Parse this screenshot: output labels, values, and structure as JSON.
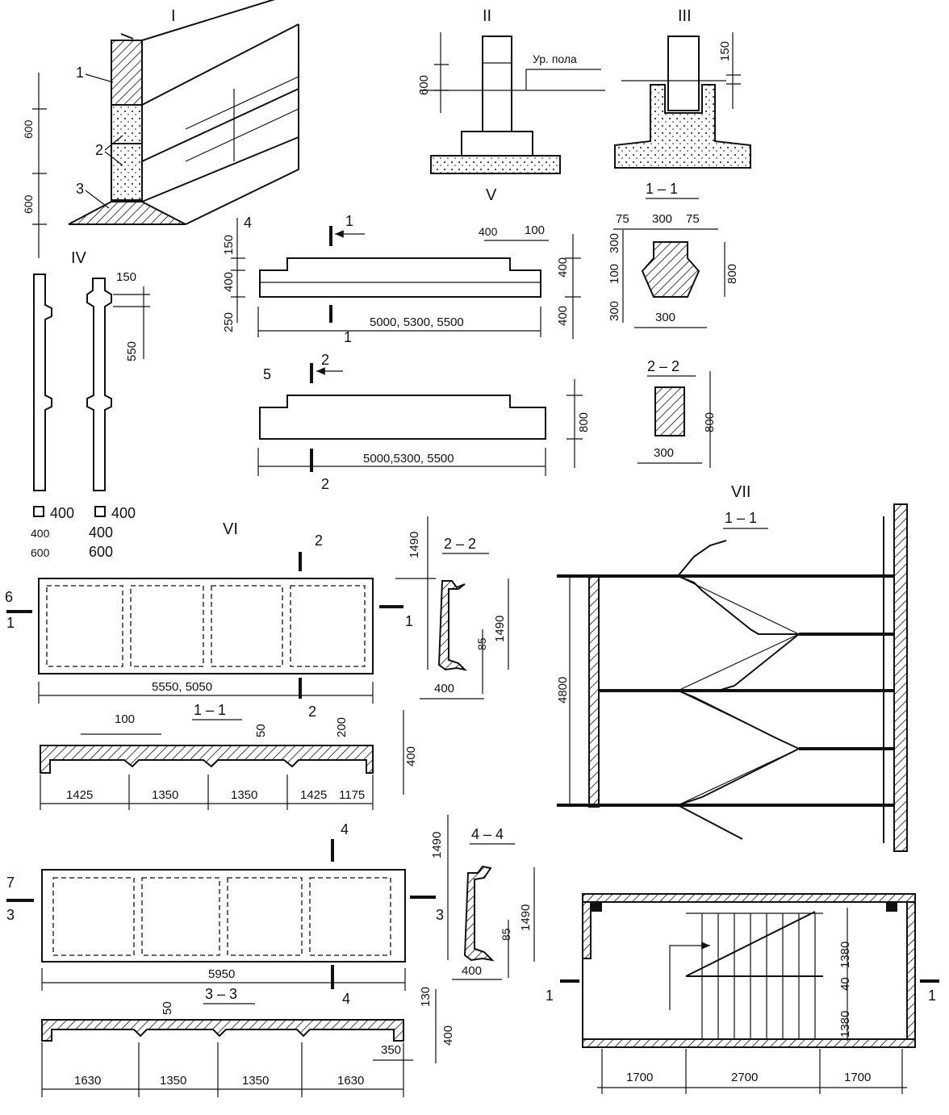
{
  "roman": {
    "I": "I",
    "II": "II",
    "III": "III",
    "IV": "IV",
    "V": "V",
    "VI": "VI",
    "VII": "VII"
  },
  "item_numbers": {
    "n1": "1",
    "n2": "2",
    "n3": "3",
    "n4": "4",
    "n5": "5",
    "n6": "6",
    "n7": "7"
  },
  "figure_I": {
    "dim_top": "600",
    "dim_bottom": "600"
  },
  "figure_II": {
    "dim_600": "600",
    "floor_level": "Ур. пола"
  },
  "figure_III": {
    "dim_150": "150"
  },
  "figure_IV": {
    "dim_150": "150",
    "dim_550": "550",
    "sec_a": "400",
    "sec_b": "400",
    "sub_a1": "400",
    "sub_a2": "600",
    "sub_b1": "400",
    "sub_b2": "600"
  },
  "beam_4": {
    "d150": "150",
    "d400": "400",
    "d250": "250",
    "d400b": "400",
    "d100": "100",
    "r400a": "400",
    "r400b": "400",
    "length": "5000, 5300, 5500",
    "cut": "1"
  },
  "section_1_1_beam": {
    "title": "1 – 1",
    "w75a": "75",
    "w300": "300",
    "w75b": "75",
    "h300": "300",
    "h100": "100",
    "h300b": "300",
    "h800": "800",
    "bottom": "300"
  },
  "beam_5": {
    "height": "800",
    "length": "5000,5300, 5500",
    "cut": "2"
  },
  "section_2_2_beam": {
    "title": "2 – 2",
    "height": "800",
    "width": "300"
  },
  "slab_6": {
    "length": "5550, 5050",
    "d1490": "1490",
    "cut_arrow": "1",
    "cut_2": "2"
  },
  "section_2_2_slab": {
    "title": "2 – 2",
    "d1490": "1490",
    "d85": "85",
    "d400": "400"
  },
  "section_1_1_slab": {
    "title": "1 – 1",
    "d100": "100",
    "d50": "50",
    "d200": "200",
    "d400": "400",
    "s1": "1425",
    "s2": "1350",
    "s3": "1350",
    "s4": "1425",
    "s5": "1175"
  },
  "slab_7": {
    "length": "5950",
    "d1490": "1490",
    "cut_arrow": "3",
    "cut_4": "4"
  },
  "section_4_4_slab": {
    "title": "4 – 4",
    "d1490": "1490",
    "d85": "85",
    "d400": "400"
  },
  "section_3_3_slab": {
    "title": "3 – 3",
    "d50": "50",
    "d130": "130",
    "d400": "400",
    "d350": "350",
    "s1": "1630",
    "s2": "1350",
    "s3": "1350",
    "s4": "1630"
  },
  "figure_VII": {
    "section_title": "1 – 1",
    "height": "4800",
    "p1380a": "1380",
    "p40": "40",
    "p1380b": "1380",
    "w1700a": "1700",
    "w2700": "2700",
    "w1700b": "1700",
    "cut_l": "1",
    "cut_r": "1"
  }
}
